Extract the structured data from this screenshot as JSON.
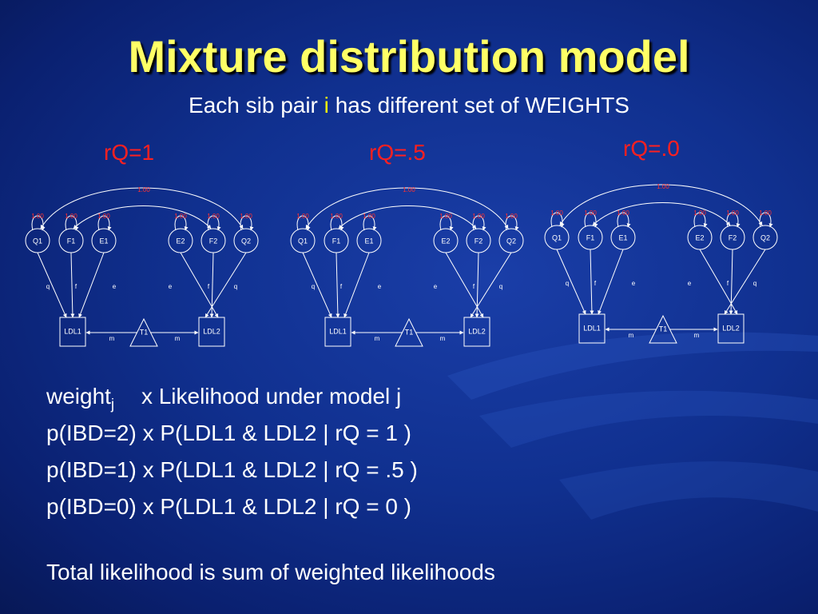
{
  "title": "Mixture distribution model",
  "subtitle": {
    "prefix": "Each sib pair",
    "highlight": "i",
    "suffix": "has different set of WEIGHTS"
  },
  "diagrams": [
    {
      "rq_label": "rQ=1"
    },
    {
      "rq_label": "rQ=.5"
    },
    {
      "rq_label": "rQ=.0"
    }
  ],
  "path_diagram": {
    "latent_nodes": [
      "Q1",
      "F1",
      "E1",
      "E2",
      "F2",
      "Q2"
    ],
    "observed_nodes": [
      "LDL1",
      "LDL2"
    ],
    "mean_node": "T1",
    "variance_label": "1.00",
    "path_labels": [
      "q",
      "f",
      "e",
      "e",
      "f",
      "q"
    ],
    "mean_label": "m"
  },
  "equations": {
    "weight_word": "weight",
    "weight_subscript": "j",
    "weight_rest": "x Likelihood under model j",
    "lines": [
      "p(IBD=2) x P(LDL1 & LDL2 |  rQ = 1 )",
      "p(IBD=1) x P(LDL1 & LDL2 |  rQ = .5 )",
      "p(IBD=0) x P(LDL1 & LDL2 |  rQ = 0 )"
    ]
  },
  "total": "Total likelihood is sum of weighted likelihoods",
  "colors": {
    "title": "#ffff66",
    "highlight": "#ffff00",
    "rq": "#ff2020",
    "variance": "#ff3030",
    "text": "#ffffff"
  }
}
